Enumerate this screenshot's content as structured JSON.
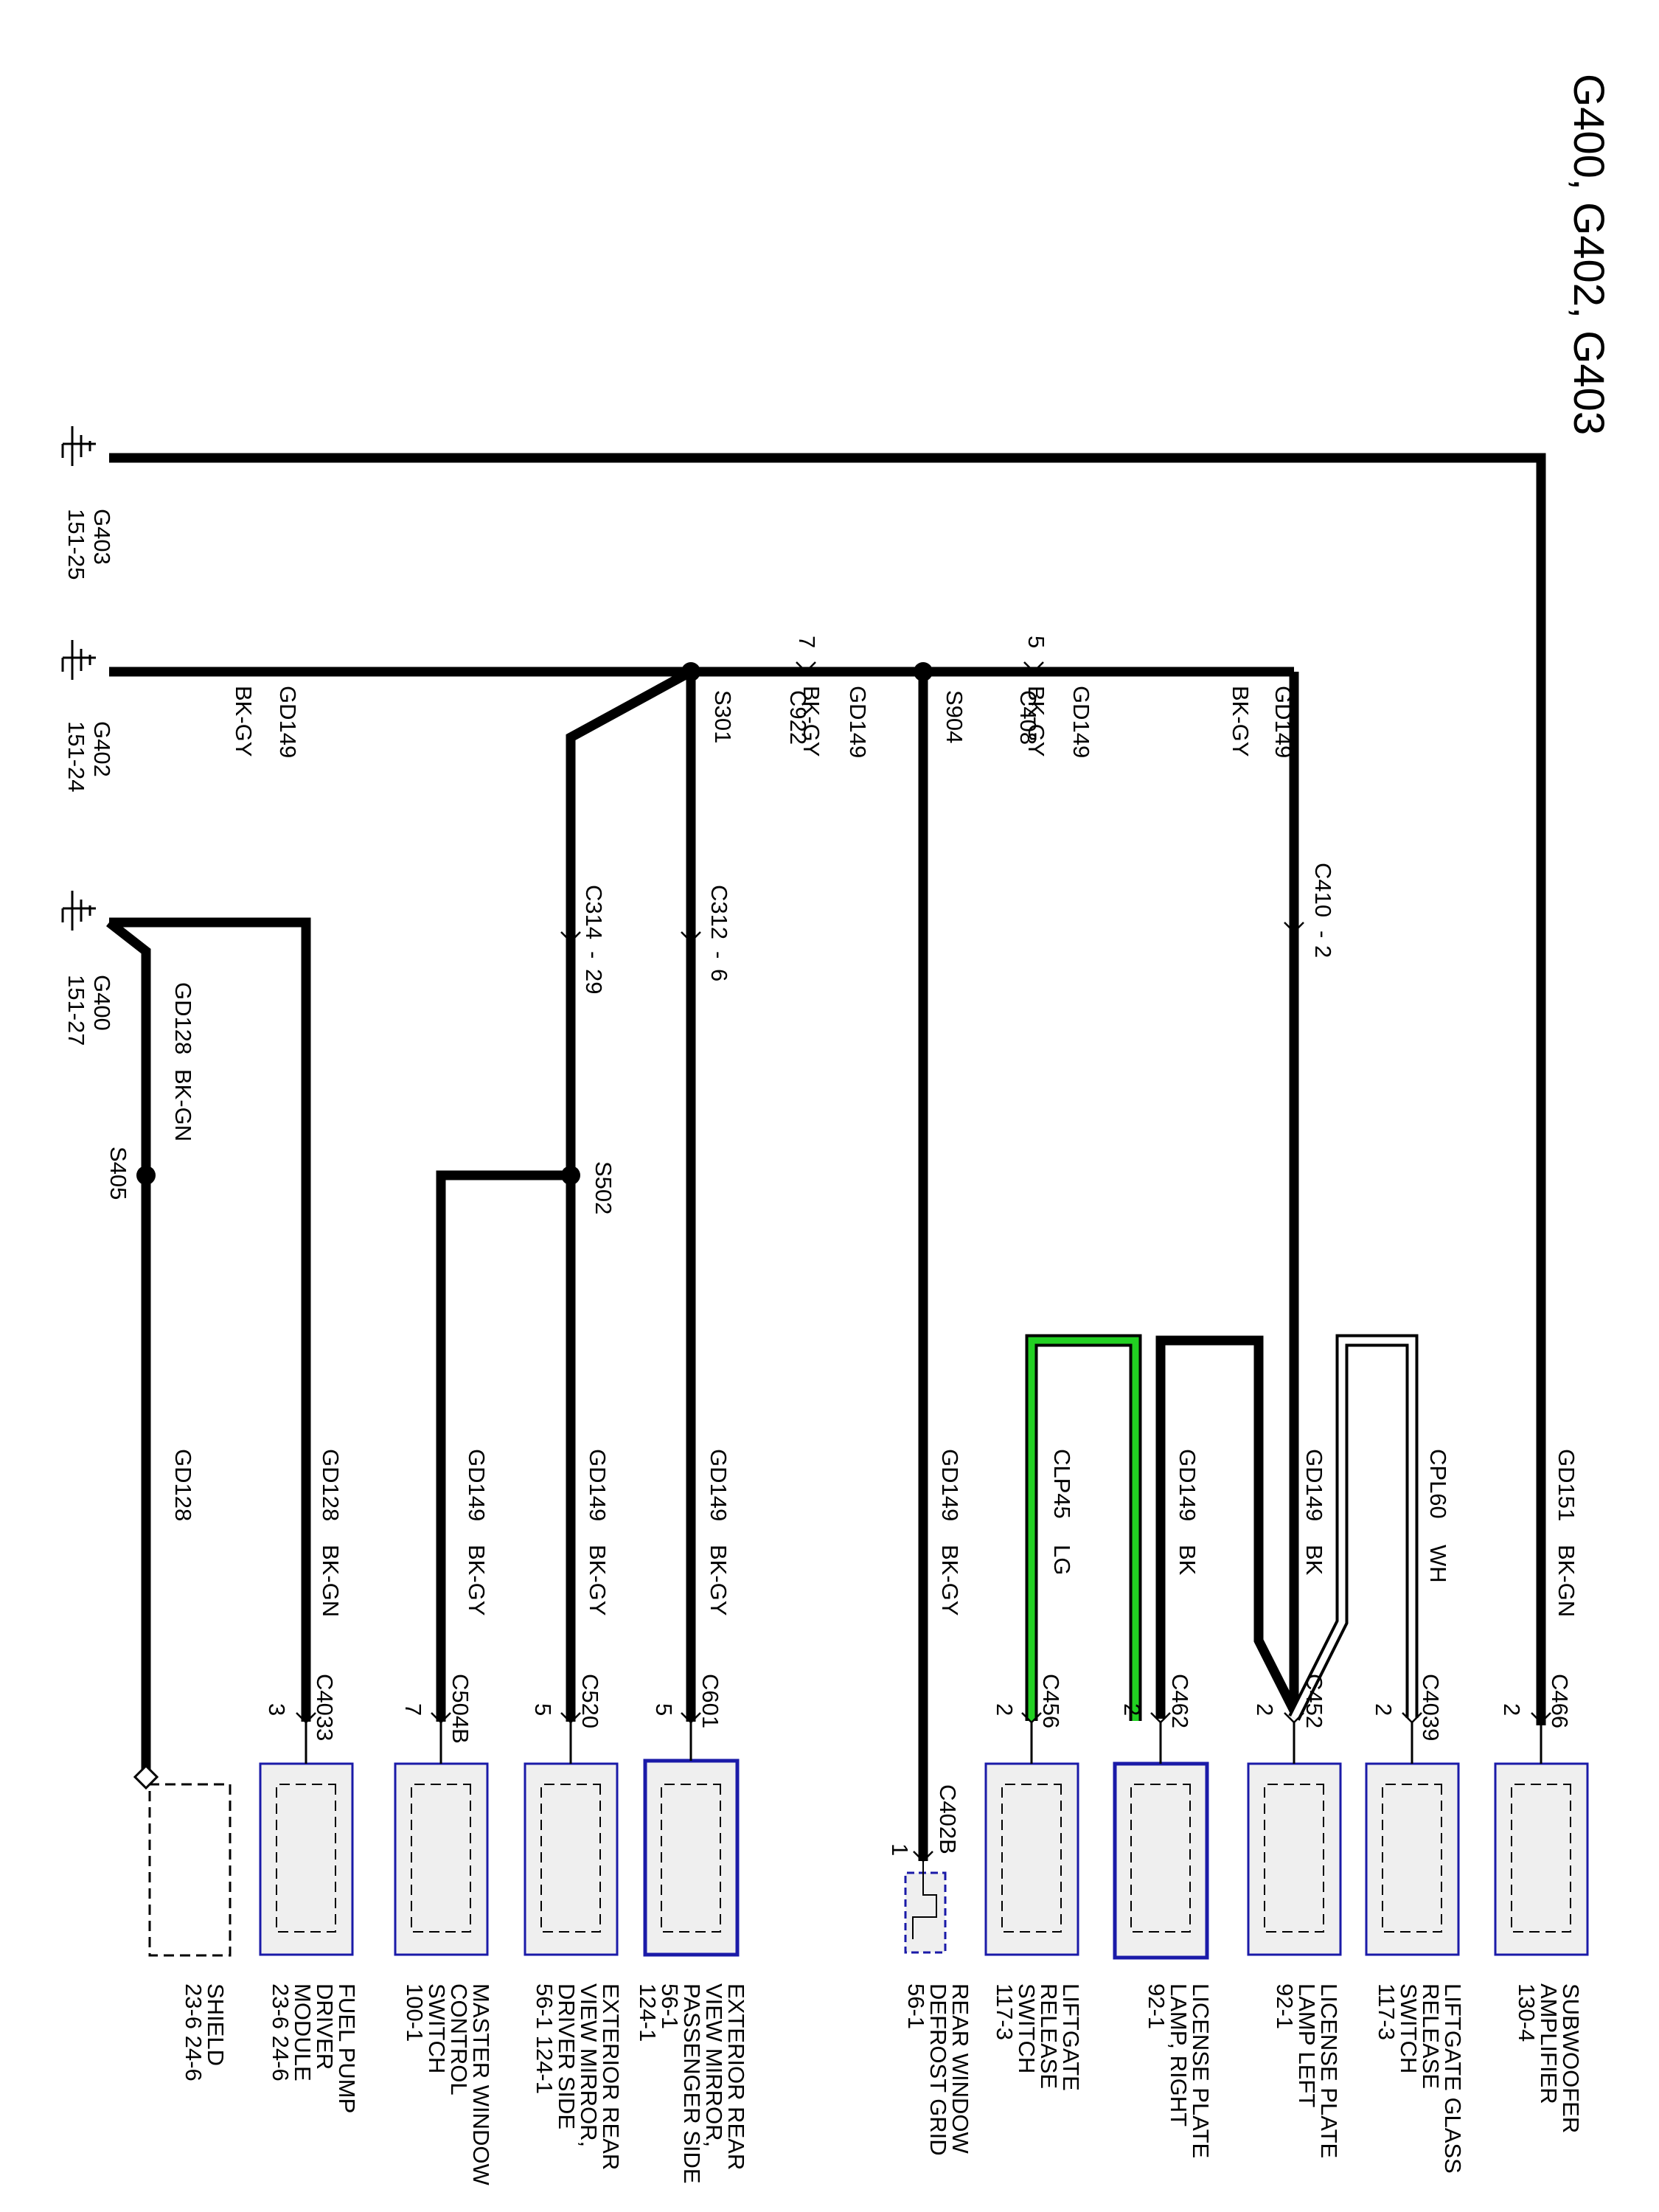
{
  "title": "G400, G402, G403",
  "grounds": {
    "g403": {
      "id": "G403",
      "ref": "151-25"
    },
    "g402": {
      "id": "G402",
      "ref": "151-24"
    },
    "g400": {
      "id": "G400",
      "ref": "151-27"
    }
  },
  "splices": {
    "s301": "S301",
    "s904": "S904",
    "s502": "S502",
    "s405": "S405"
  },
  "inline": {
    "c922": {
      "name": "C922",
      "pin": "7"
    },
    "c408": {
      "name": "C408",
      "pin": "5"
    },
    "c410": {
      "name": "C410",
      "sep": "-",
      "pin": "2"
    },
    "c312": {
      "name": "C312",
      "sep": "-",
      "pin": "6"
    },
    "c314": {
      "name": "C314",
      "sep": "-",
      "pin": "29"
    }
  },
  "wires": {
    "gd149_a": {
      "circuit": "GD149",
      "color": "BK-GY"
    },
    "gd149_b": {
      "circuit": "GD149",
      "color": "BK-GY"
    },
    "gd149_c": {
      "circuit": "GD149",
      "color": "BK-GY"
    },
    "gd149_d": {
      "circuit": "GD149",
      "color": "BK-GY"
    },
    "gd128_a": {
      "circuit": "GD128",
      "color": "BK-GN"
    },
    "gd128_b": {
      "circuit": "GD128"
    },
    "gd128_c": {
      "circuit": "GD128",
      "color": "BK-GN"
    },
    "gd149_e": {
      "circuit": "GD149",
      "color": "BK-GY"
    },
    "gd149_f": {
      "circuit": "GD149",
      "color": "BK-GY"
    },
    "gd149_g": {
      "circuit": "GD149",
      "color": "BK-GY"
    },
    "gd149_h": {
      "circuit": "GD149",
      "color": "BK-GY"
    },
    "clp45": {
      "circuit": "CLP45",
      "color": "LG"
    },
    "gd149_i": {
      "circuit": "GD149",
      "color": "BK"
    },
    "gd149_j": {
      "circuit": "GD149",
      "color": "BK"
    },
    "cpl60": {
      "circuit": "CPL60",
      "color": "WH"
    },
    "gd151": {
      "circuit": "GD151",
      "color": "BK-GN"
    }
  },
  "components": {
    "shield": {
      "line1": "SHIELD",
      "line2": "23-6    24-6"
    },
    "fuel_pump": {
      "line1": "FUEL PUMP",
      "line2": "DRIVER",
      "line3": "MODULE",
      "line4": "23-6    24-6",
      "conn": "C4033",
      "pin": "3"
    },
    "master_window": {
      "line1": "MASTER WINDOW",
      "line2": "CONTROL",
      "line3": "SWITCH",
      "line4": "100-1",
      "conn": "C504B",
      "pin": "7"
    },
    "mirror_driver": {
      "line1": "EXTERIOR REAR",
      "line2": "VIEW MIRROR,",
      "line3": "DRIVER SIDE",
      "line4": "56-1    124-1",
      "conn": "C520",
      "pin": "5"
    },
    "mirror_passenger": {
      "line1": "EXTERIOR REAR",
      "line2": "VIEW MIRROR,",
      "line3": "PASSENGER SIDE",
      "line4": "56-1",
      "line5": "124-1",
      "conn": "C601",
      "pin": "5"
    },
    "defrost": {
      "line1": "REAR WINDOW",
      "line2": "DEFROST GRID",
      "line3": "56-1",
      "conn": "C402B",
      "pin": "1"
    },
    "liftgate_switch": {
      "line1": "LIFTGATE",
      "line2": "RELEASE",
      "line3": "SWITCH",
      "line4": "117-3",
      "conn": "C456",
      "pin": "2"
    },
    "plate_right": {
      "line1": "LICENSE PLATE",
      "line2": "LAMP, RIGHT",
      "line3": "92-1",
      "conn": "C462",
      "pin": "2"
    },
    "plate_left": {
      "line1": "LICENSE PLATE",
      "line2": "LAMP LEFT",
      "line3": "92-1",
      "conn": "C452",
      "pin": "2"
    },
    "liftgate_glass": {
      "line1": "LIFTGATE GLASS",
      "line2": "RELEASE",
      "line3": "SWITCH",
      "line4": "117-3",
      "conn": "C4039",
      "pin": "2"
    },
    "subwoofer": {
      "line1": "SUBWOOFER",
      "line2": "AMPLIFIER",
      "line3": "130-4",
      "conn": "C466",
      "pin": "2"
    }
  },
  "colors": {
    "wire": "#000000",
    "lg_wire": "#22d022",
    "module_border": "#1a1aa8",
    "module_fill": "#efefef"
  }
}
